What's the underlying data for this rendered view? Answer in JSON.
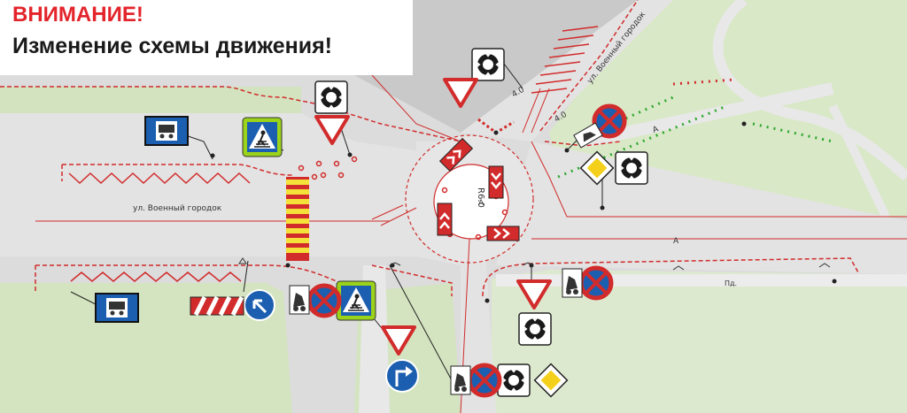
{
  "banner": {
    "warning": "ВНИМАНИЕ!",
    "subtitle": "Изменение схемы движения!"
  },
  "map_labels": {
    "street_main": "ул. Военный городок",
    "street_diag": "ул. Военный городок",
    "roundabout_radius": "R6.0",
    "marking_a_center": "A",
    "marking_a_right": "A",
    "marking_a_park": "A",
    "pedestrian_path": "Пд.",
    "width_1": "4.0",
    "width_2": "4.0"
  },
  "signs": [
    {
      "name": "bus-stop-sign",
      "type": "bus-stop"
    },
    {
      "name": "pedestrian-crossing-sign",
      "type": "crossing"
    },
    {
      "name": "roundabout-sign",
      "type": "roundabout"
    },
    {
      "name": "give-way-sign",
      "type": "give-way"
    },
    {
      "name": "no-stopping-sign",
      "type": "no-stopping"
    },
    {
      "name": "priority-road-sign",
      "type": "priority-road"
    },
    {
      "name": "keep-left-sign",
      "type": "keep-left"
    },
    {
      "name": "turn-right-sign",
      "type": "turn-right"
    },
    {
      "name": "tow-truck-plate",
      "type": "tow-truck"
    },
    {
      "name": "chevron-board",
      "type": "direction-board"
    }
  ],
  "colors": {
    "road": "#e3e3e3",
    "grass": "#d9e8c7",
    "marking_red": "#d22b2b",
    "banner_red": "#e3242b",
    "crossing_yellow": "#f4e23a",
    "sign_blue": "#1c5fb0",
    "crossing_sign_border": "#9bd21a"
  }
}
